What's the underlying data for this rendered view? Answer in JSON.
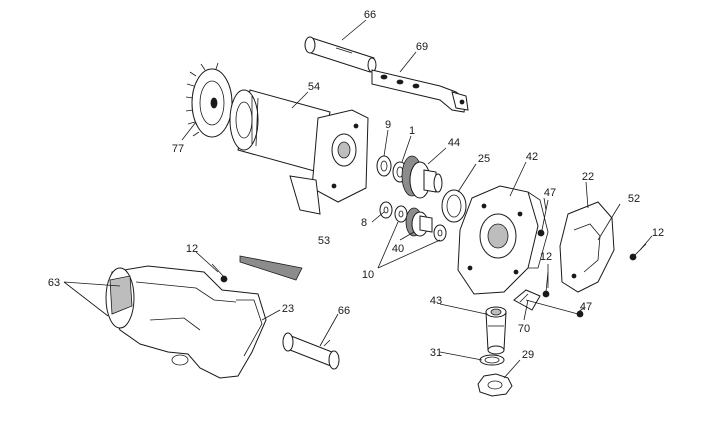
{
  "diagram": {
    "callouts": {
      "c66_top": "66",
      "c69": "69",
      "c54": "54",
      "c77": "77",
      "c9": "9",
      "c1": "1",
      "c44": "44",
      "c25": "25",
      "c42": "42",
      "c22": "22",
      "c47_top": "47",
      "c52": "52",
      "c12_right": "12",
      "c8": "8",
      "c40": "40",
      "c10": "10",
      "c12_mid": "12",
      "c12_left": "12",
      "c53": "53",
      "c63": "63",
      "c23": "23",
      "c66_bottom": "66",
      "c43": "43",
      "c70": "70",
      "c47_bottom": "47",
      "c31": "31",
      "c29": "29"
    }
  }
}
